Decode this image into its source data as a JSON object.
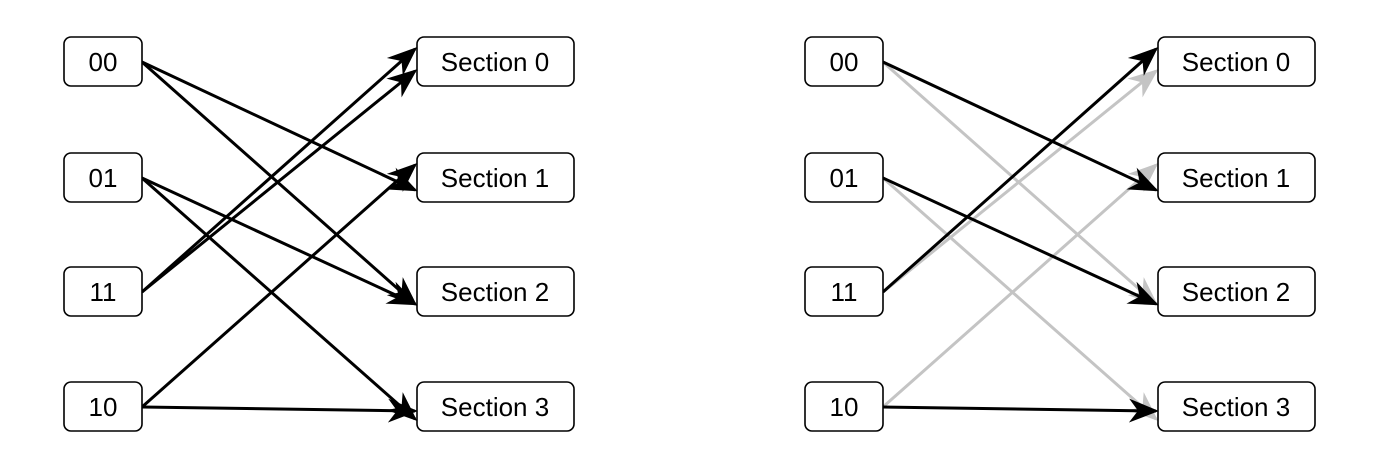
{
  "diagrams": [
    {
      "inputs": [
        "00",
        "01",
        "11",
        "10"
      ],
      "sections": [
        "Section 0",
        "Section 1",
        "Section 2",
        "Section 3"
      ],
      "edges": [
        {
          "from": "00",
          "to": "Section 1",
          "style": "dark"
        },
        {
          "from": "00",
          "to": "Section 2",
          "style": "dark"
        },
        {
          "from": "01",
          "to": "Section 2",
          "style": "dark"
        },
        {
          "from": "01",
          "to": "Section 3",
          "style": "dark"
        },
        {
          "from": "11",
          "to": "Section 0",
          "style": "dark"
        },
        {
          "from": "11",
          "to": "Section 0",
          "style": "dark"
        },
        {
          "from": "10",
          "to": "Section 1",
          "style": "dark"
        },
        {
          "from": "10",
          "to": "Section 3",
          "style": "dark"
        }
      ]
    },
    {
      "inputs": [
        "00",
        "01",
        "11",
        "10"
      ],
      "sections": [
        "Section 0",
        "Section 1",
        "Section 2",
        "Section 3"
      ],
      "edges": [
        {
          "from": "00",
          "to": "Section 1",
          "style": "dark"
        },
        {
          "from": "00",
          "to": "Section 2",
          "style": "faded"
        },
        {
          "from": "01",
          "to": "Section 2",
          "style": "dark"
        },
        {
          "from": "01",
          "to": "Section 3",
          "style": "faded"
        },
        {
          "from": "11",
          "to": "Section 0",
          "style": "dark"
        },
        {
          "from": "11",
          "to": "Section 0",
          "style": "faded"
        },
        {
          "from": "10",
          "to": "Section 1",
          "style": "faded"
        },
        {
          "from": "10",
          "to": "Section 3",
          "style": "dark"
        }
      ]
    }
  ],
  "colors": {
    "dark": "#000000",
    "faded": "#c4c4c4",
    "box_stroke": "#000000",
    "background": "#ffffff"
  }
}
